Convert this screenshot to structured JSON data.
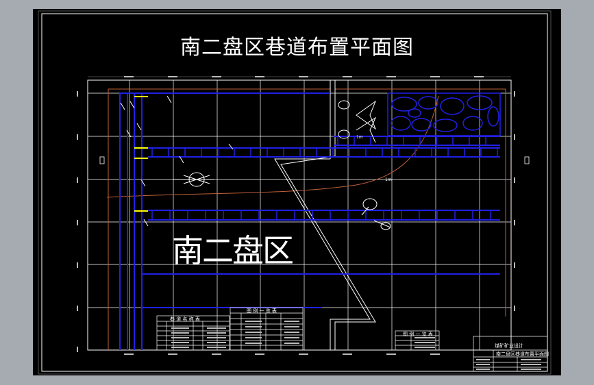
{
  "drawing": {
    "title": "南二盘区巷道布置平面图",
    "area_label": "南二盘区",
    "note_label_1": "1m",
    "note_label_2": "1m"
  },
  "tables": {
    "legend_table_title": "巷 道 名 称 表",
    "symbol_table_title": "图 例 一 览 表",
    "small_table_title": "图 例 一 览 表"
  },
  "title_block": {
    "company": "煤矿矿业设计",
    "drawing_name": "南二盘区巷道布置平面图"
  },
  "colors": {
    "sheet_bg": "#000000",
    "outer_bg": "#a6aab1",
    "grid": "#ffffff",
    "roadway": "#1f1fe0",
    "boundary": "#c0603a",
    "accent": "#ffff00"
  },
  "icons": {
    "compass": "north-arrow-icon",
    "wind": "ventilation-arrow-icon"
  }
}
